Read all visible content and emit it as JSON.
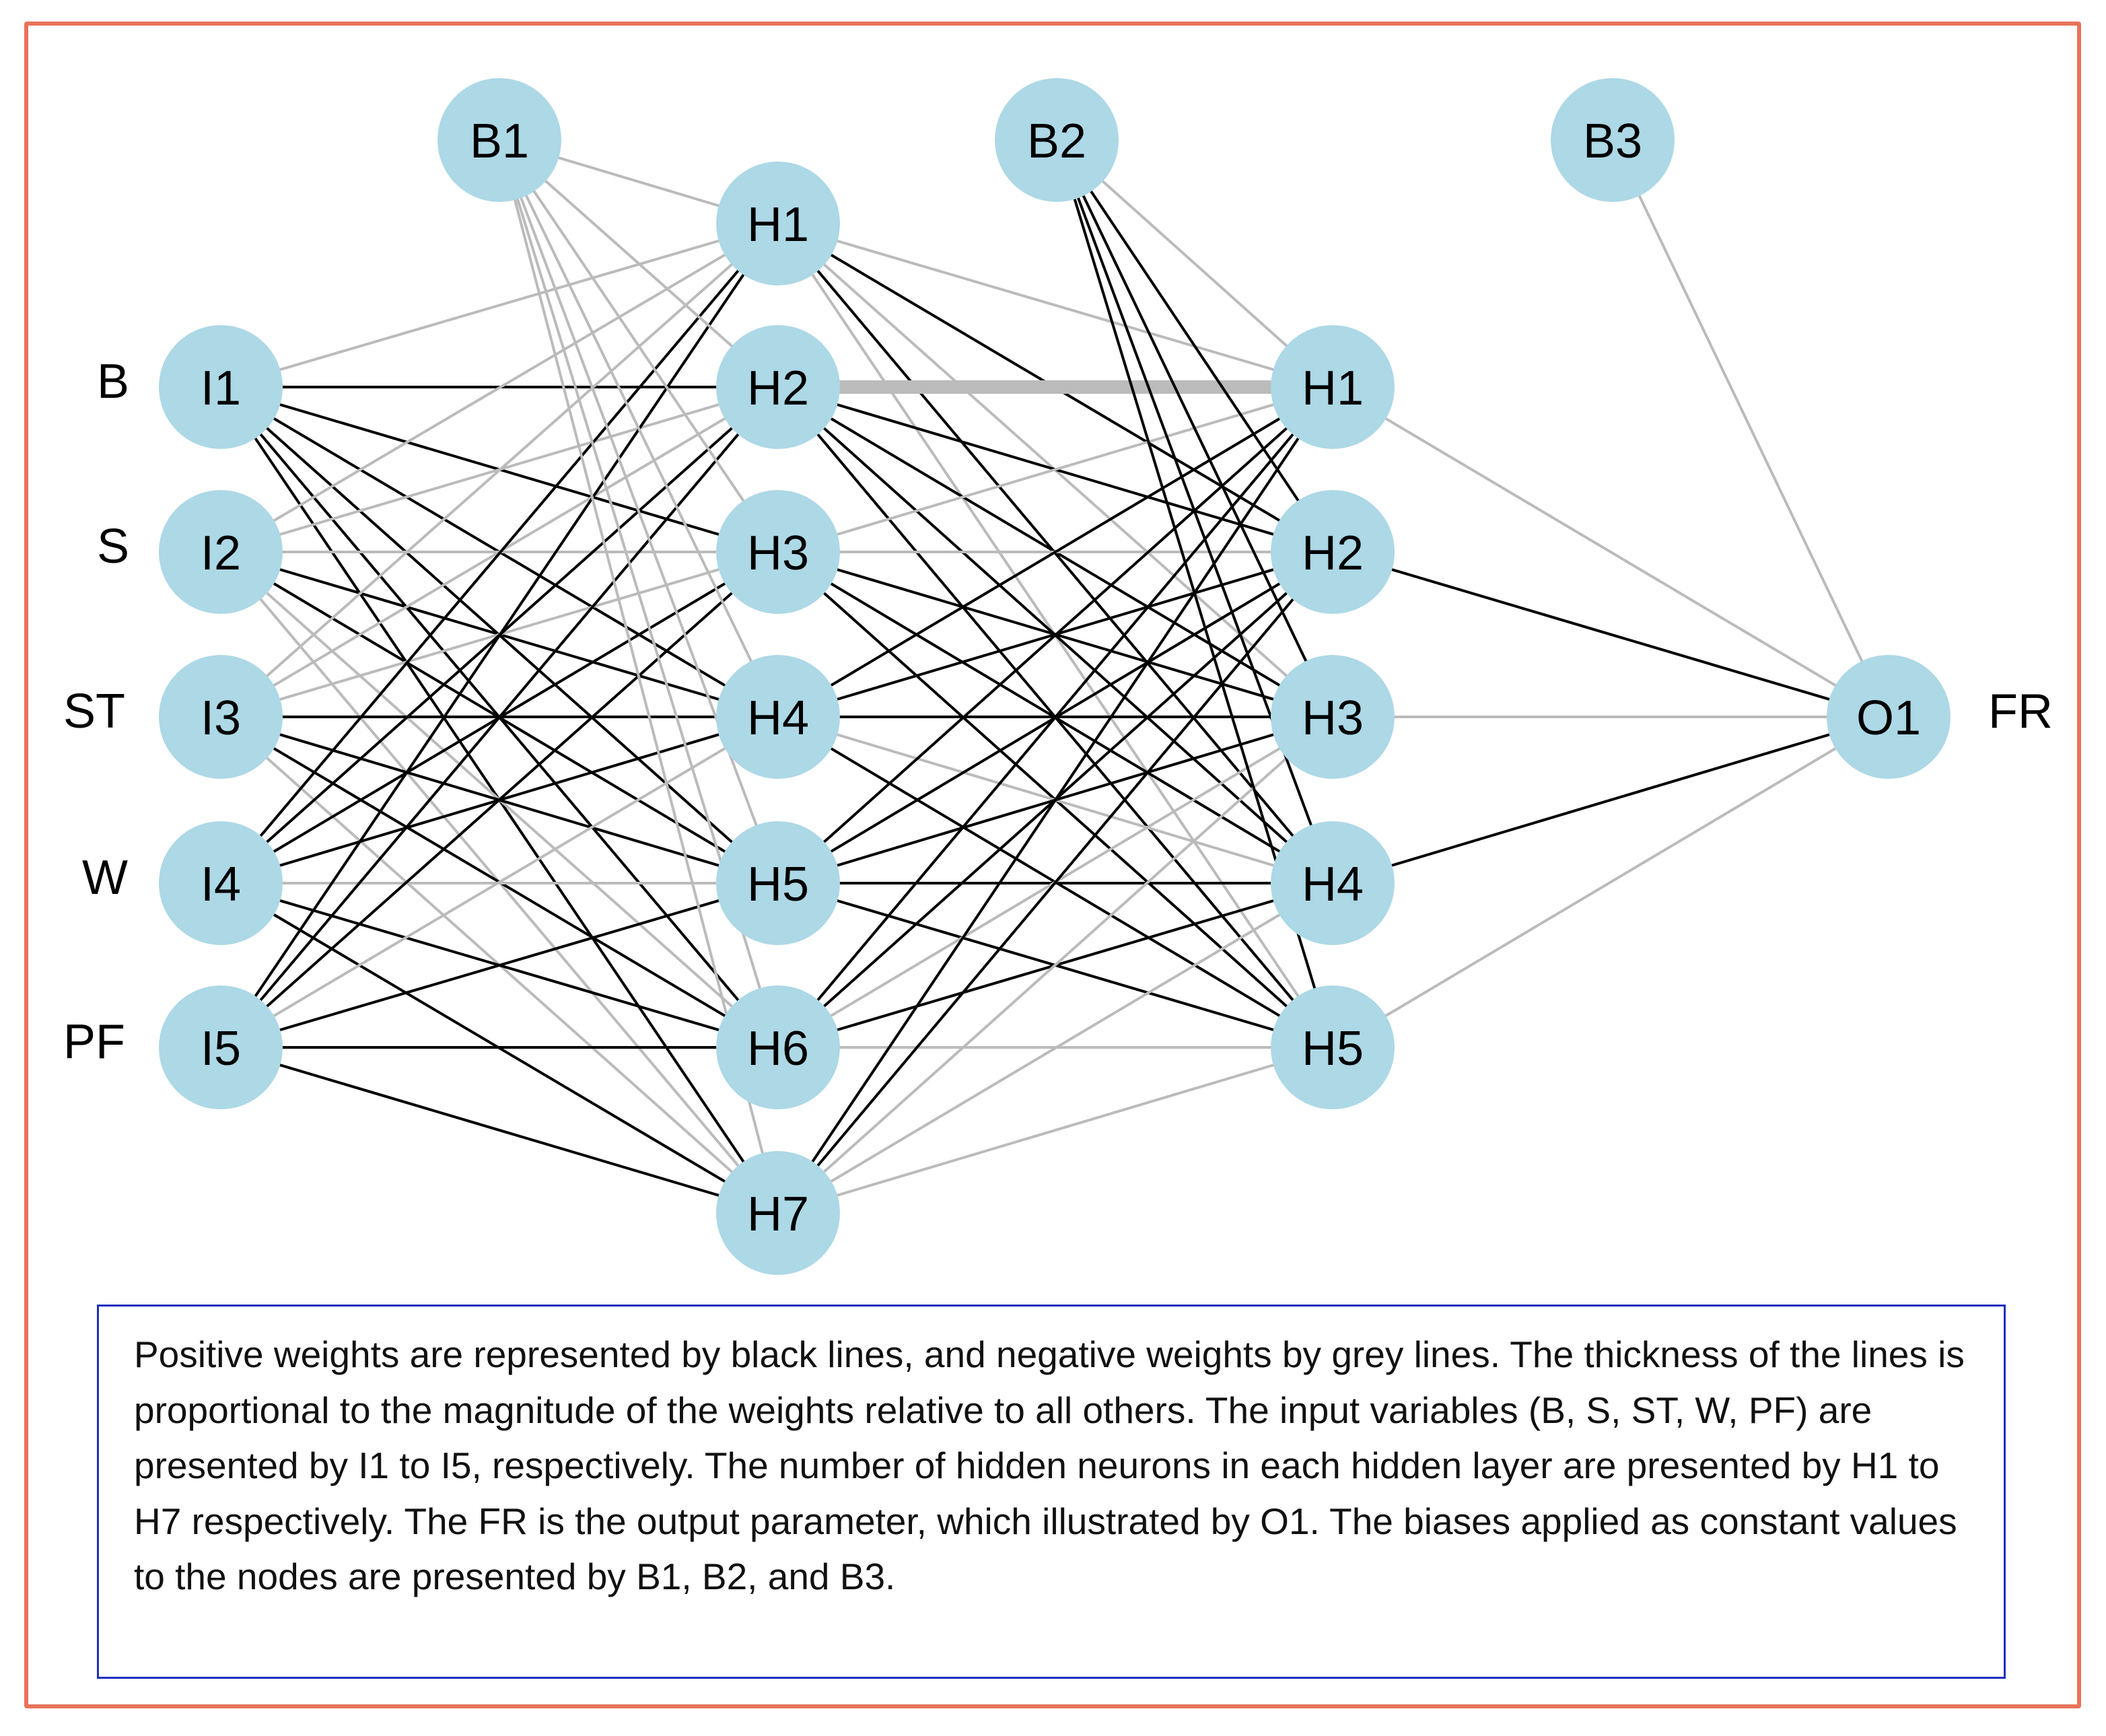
{
  "colors": {
    "frame": "#e8735a",
    "node_fill": "#add8e6",
    "positive_weight": "#000000",
    "negative_weight": "#bbbbbb",
    "caption_border": "#1f2fbf"
  },
  "variables": {
    "inputs": [
      "B",
      "S",
      "ST",
      "W",
      "PF"
    ],
    "output": "FR"
  },
  "layers": {
    "input": [
      "I1",
      "I2",
      "I3",
      "I4",
      "I5"
    ],
    "hidden1": [
      "H1",
      "H2",
      "H3",
      "H4",
      "H5",
      "H6",
      "H7"
    ],
    "hidden2": [
      "H1",
      "H2",
      "H3",
      "H4",
      "H5"
    ],
    "output": [
      "O1"
    ]
  },
  "biases": [
    "B1",
    "B2",
    "B3"
  ],
  "weights": {
    "note": "sign: 1 = positive (black line), -1 = negative (grey line); magnitude = relative line thickness",
    "input_to_h1": [
      [
        -1,
        1,
        1,
        1,
        1,
        1,
        1
      ],
      [
        -1,
        -1,
        -1,
        1,
        1,
        -1,
        -1
      ],
      [
        -1,
        -1,
        -1,
        1,
        1,
        1,
        -1
      ],
      [
        1,
        1,
        1,
        1,
        -1,
        1,
        1
      ],
      [
        1,
        1,
        1,
        -1,
        1,
        1,
        1
      ]
    ],
    "input_to_h1_magnitude": [
      [
        1,
        1,
        1,
        1,
        1,
        1,
        1
      ],
      [
        1,
        1,
        1,
        1,
        1,
        1,
        1
      ],
      [
        1,
        1,
        1,
        1,
        1,
        1,
        1
      ],
      [
        1,
        1,
        1,
        1,
        1,
        1,
        1
      ],
      [
        1,
        1,
        1,
        1,
        1,
        1,
        1
      ]
    ],
    "b1_to_h1": [
      -1,
      -1,
      -1,
      -1,
      -1,
      -1,
      -1
    ],
    "h1_to_h2": [
      [
        -1,
        1,
        -1,
        1,
        -1
      ],
      [
        -1,
        1,
        1,
        1,
        1
      ],
      [
        -1,
        -1,
        1,
        1,
        1
      ],
      [
        1,
        1,
        1,
        -1,
        1
      ],
      [
        1,
        1,
        1,
        1,
        1
      ],
      [
        1,
        1,
        -1,
        1,
        -1
      ],
      [
        1,
        1,
        -1,
        -1,
        -1
      ]
    ],
    "h1_to_h2_magnitude": [
      [
        1,
        1,
        1,
        1,
        1
      ],
      [
        5,
        1,
        1,
        1,
        1
      ],
      [
        1,
        1,
        1,
        1,
        1
      ],
      [
        1,
        1,
        1,
        1,
        1
      ],
      [
        1,
        1,
        1,
        1,
        1
      ],
      [
        1,
        1,
        1,
        1,
        1
      ],
      [
        1,
        1,
        1,
        1,
        1
      ]
    ],
    "b2_to_h2": [
      -1,
      1,
      1,
      1,
      1
    ],
    "h2_to_o1": [
      -1,
      1,
      -1,
      1,
      -1
    ],
    "b3_to_o1": [
      -1
    ]
  },
  "caption": "Positive weights are represented by black lines, and negative weights by grey lines. The thickness of the lines is proportional to the magnitude of the weights relative to all others. The input variables (B, S, ST, W, PF) are presented by I1 to I5, respectively. The number of hidden neurons in each hidden layer are presented by H1 to H7 respectively. The FR is the output parameter, which illustrated by O1. The biases applied as constant values to the nodes are presented by B1, B2, and B3."
}
